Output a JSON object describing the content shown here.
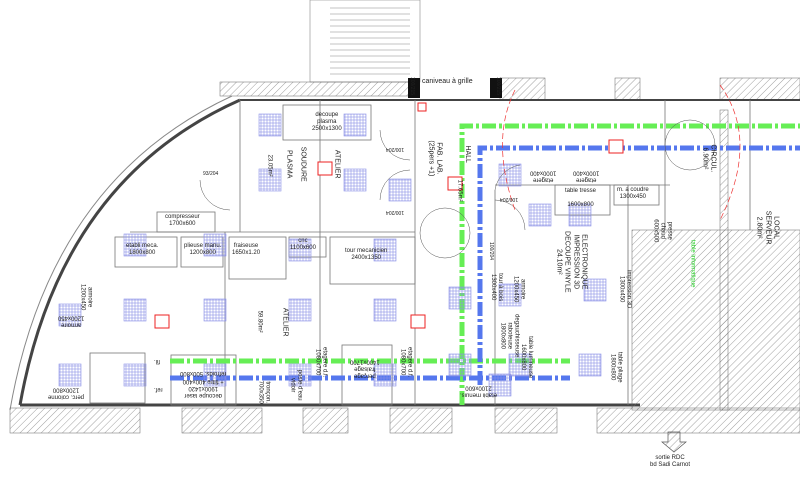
{
  "colors": {
    "network_green": "#66ee55",
    "network_blue": "#5577ee",
    "light_fixture": "#7f85e0",
    "emergency_red": "#ee2222",
    "wall": "#444444"
  },
  "labels": {
    "caniveau": "caniveau à grille",
    "plasma_cut": "decoupe\nplasma\n2500x1300",
    "atelier1": "ATELIER",
    "soudure": "SOUDURE",
    "plasma": "PLASMA",
    "area1": "23.05m²",
    "compresseur": "compresseur\n1700x600",
    "etabli_meca": "etabli meca.\n1800x800",
    "plieuse": "plieuse manu.\n1200x800",
    "fraiseuse": "fraiseuse\n1650x1.20",
    "cnc": "cnc\n1100x600",
    "tour_meca": "tour mecanicien\n2400x1350",
    "atelier2": "ATELIER",
    "area2": "59.80m²",
    "armoire1": "armoire\n1200x450",
    "armoire2": "armoire\n1200x450",
    "perc": "perc. colonne\n1200x800",
    "fil": "fil.",
    "ref": "ref.",
    "laser": "decoupe laser\n1900x1420\n+ filtre 400x400\nrefroids. 500x800",
    "troncon": "tronçon.\n700x350",
    "poste_eau": "poste d'eau\nvidoir",
    "etagere_df1": "etagere d.f.\n1080x700",
    "fraisage": "perçage\nfraisage\n1400x1700",
    "etagere_df2": "etagere d.f.\n1080x700",
    "fablab": "FAB. LAB.\n(25pers +1)",
    "hall": "HALL",
    "area_hall": "17.65m²",
    "etagere1": "etagere\n1000x400",
    "etagere2": "etagere\n1000x400",
    "table_tresse": "table tresse\n\n1600x800",
    "machine_coudre": "m. a coudre\n1300x450",
    "electronique": "ELECTRONIQUE\nIMPRESSION 3D\nDECOUPE VINYLE\n24.10m²",
    "tour_bois": "tour à bois\n1300x400",
    "armoire3": "armoire\n1200x450",
    "impression3d": "impression 3D\n1300x450",
    "presse": "presse\nchaud\n600x500",
    "info": "table informatique",
    "circul": "CIRCUL.\n6.90m²",
    "serveur": "LOCAL\nSERVEUR\n2.80m²",
    "degau": "degauchisseuse\nraboteuse\n1800x800",
    "table_lum": "table lumineuse\n1600x800",
    "etabli_menuis": "etabli menuis.\n2100x600",
    "table_pliage": "table pliage\n1800x800",
    "sortie": "sortie RDC\nbd Sadi Carnot",
    "door1": "100/204",
    "door2": "100/204",
    "door3": "93/204",
    "door4": "100/204",
    "door5": "100/204",
    "door6": "100/215",
    "door7": "100/215"
  }
}
